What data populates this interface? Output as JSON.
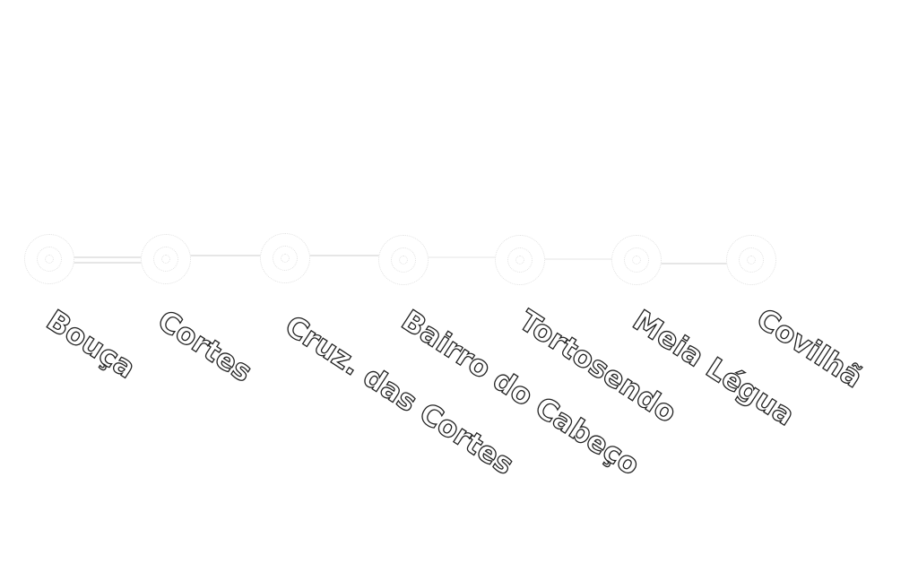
{
  "route": {
    "stops": [
      {
        "name": "Bouça"
      },
      {
        "name": "Cortes"
      },
      {
        "name": "Cruz. das Cortes"
      },
      {
        "name": "Bairro do Cabeço"
      },
      {
        "name": "Tortosendo"
      },
      {
        "name": "Meia Légua"
      },
      {
        "name": "Covilhã"
      }
    ]
  }
}
